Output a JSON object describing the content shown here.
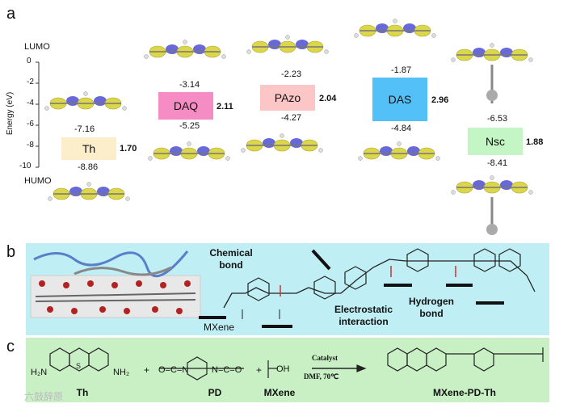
{
  "panels": {
    "a": "a",
    "b": "b",
    "c": "c"
  },
  "axis": {
    "ylabel": "Energy (eV)",
    "top_label": "LUMO",
    "bottom_label": "HUMO",
    "ticks": [
      "0",
      "-2",
      "-4",
      "-6",
      "-8",
      "-10"
    ]
  },
  "chart_data": {
    "type": "energy-level diagram",
    "ylabel": "Energy (eV)",
    "ylim": [
      -10,
      0
    ],
    "molecules": [
      {
        "name": "Th",
        "lumo": -7.16,
        "homo": -8.86,
        "gap": 1.7,
        "color": "#fdeecb"
      },
      {
        "name": "DAQ",
        "lumo": -3.14,
        "homo": -5.25,
        "gap": 2.11,
        "color": "#f58dc4"
      },
      {
        "name": "PAzo",
        "lumo": -2.23,
        "homo": -4.27,
        "gap": 2.04,
        "color": "#fcc6c6"
      },
      {
        "name": "DAS",
        "lumo": -1.87,
        "homo": -4.84,
        "gap": 2.96,
        "color": "#53c1f7"
      },
      {
        "name": "Nsc",
        "lumo": -6.53,
        "homo": -8.41,
        "gap": 1.88,
        "color": "#c3f5c5"
      }
    ]
  },
  "labels_a": {
    "th_lumo": "-7.16",
    "th_homo": "-8.86",
    "th_name": "Th",
    "th_gap": "1.70",
    "daq_lumo": "-3.14",
    "daq_homo": "-5.25",
    "daq_name": "DAQ",
    "daq_gap": "2.11",
    "pazo_lumo": "-2.23",
    "pazo_homo": "-4.27",
    "pazo_name": "PAzo",
    "pazo_gap": "2.04",
    "das_lumo": "-1.87",
    "das_homo": "-4.84",
    "das_name": "DAS",
    "das_gap": "2.96",
    "nsc_lumo": "-6.53",
    "nsc_homo": "-8.41",
    "nsc_name": "Nsc",
    "nsc_gap": "1.88"
  },
  "panel_b": {
    "chemical_bond": "Chemical\nbond",
    "electrostatic": "Electrostatic\ninteraction",
    "hydrogen": "Hydrogen\nbond",
    "mxene": "MXene"
  },
  "panel_c": {
    "th": "Th",
    "pd": "PD",
    "mxene": "MXene",
    "product": "MXene-PD-Th",
    "catalyst": "Catalyst",
    "conditions": "DMF, 70℃",
    "plus": "+",
    "watermark": "六鼓辞原"
  },
  "colors": {
    "orbital_yellow": "#dcd64a",
    "orbital_blue": "#4d4fd0",
    "panel_b_bg": "#bfeff4",
    "panel_c_bg": "#c8f0c4"
  }
}
